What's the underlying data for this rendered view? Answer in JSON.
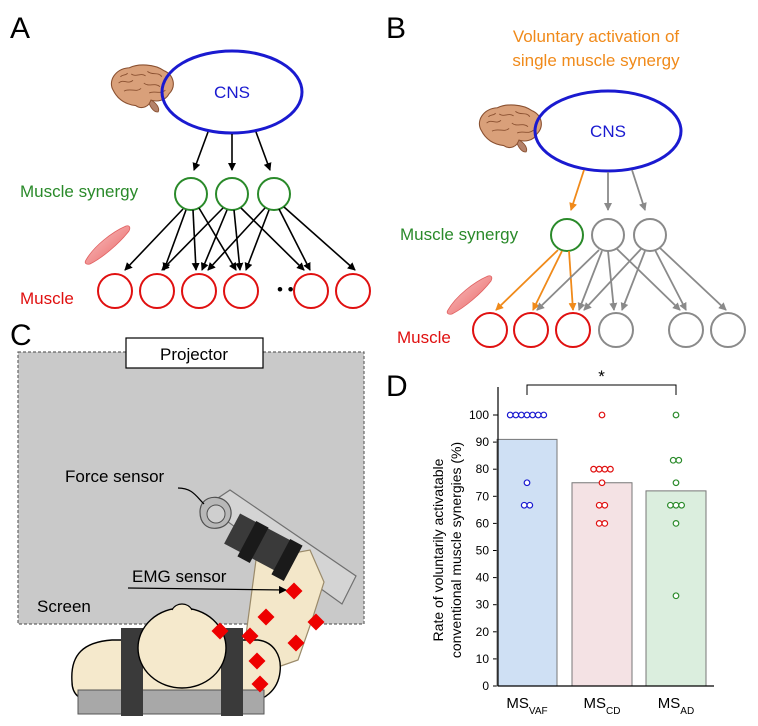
{
  "panels": {
    "a": "A",
    "b": "B",
    "c": "C",
    "d": "D"
  },
  "panel_a": {
    "cns": "CNS",
    "synergy": "Muscle synergy",
    "muscle": "Muscle",
    "ellipsis": "• • •"
  },
  "panel_b": {
    "title_line1": "Voluntary activation of",
    "title_line2": "single muscle synergy",
    "cns": "CNS",
    "synergy": "Muscle synergy",
    "muscle": "Muscle"
  },
  "panel_c": {
    "projector": "Projector",
    "force_sensor": "Force sensor",
    "emg_sensor": "EMG sensor",
    "screen": "Screen"
  },
  "colors": {
    "cns_blue": "#1a1ad0",
    "synergy_green": "#2a8a2a",
    "muscle_red": "#e01010",
    "highlight_orange": "#f08a1a",
    "inactive_gray": "#8a8a8a"
  },
  "chart_data": {
    "type": "bar",
    "ylabel_line1": "Rate of voluntarily activatable",
    "ylabel_line2": "conventional muscle synergies (%)",
    "ylim": [
      0,
      105
    ],
    "yticks": [
      0,
      10,
      20,
      30,
      40,
      50,
      60,
      70,
      80,
      90,
      100
    ],
    "significance": "*",
    "categories": [
      {
        "main": "MS",
        "sub": "VAF"
      },
      {
        "main": "MS",
        "sub": "CD"
      },
      {
        "main": "MS",
        "sub": "AD"
      }
    ],
    "series": [
      {
        "values": [
          91,
          75,
          72
        ],
        "colors": [
          "#cfe0f4",
          "#f4e2e4",
          "#dbeede"
        ],
        "point_colors": [
          "#1a1ad0",
          "#e01010",
          "#2a8a2a"
        ]
      }
    ],
    "points": [
      [
        100,
        100,
        100,
        100,
        100,
        100,
        100,
        75,
        66.7,
        66.7
      ],
      [
        100,
        80,
        80,
        80,
        80,
        75,
        66.7,
        66.7,
        60,
        60
      ],
      [
        100,
        83.3,
        83.3,
        75,
        66.7,
        66.7,
        66.7,
        60,
        33.3
      ]
    ]
  }
}
